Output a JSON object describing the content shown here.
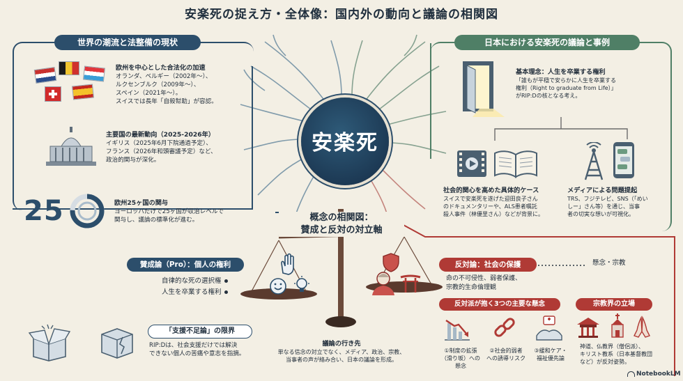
{
  "title": "安楽死の捉え方・全体像：国内外の動向と議論の相関図",
  "center_label": "安楽死",
  "brand": "NotebookLM",
  "colors": {
    "navy": "#2c4e6b",
    "green": "#4f7f66",
    "red": "#b03a35",
    "background": "#f3efe4"
  },
  "world": {
    "header": "世界の潮流と法整備の現状",
    "legal": {
      "title": "欧州を中心とした合法化の加速",
      "lines": [
        "オランダ、ベルギー（2002年〜）、",
        "ルクセンブルク（2009年〜）、",
        "スペイン（2021年〜）。",
        "スイスでは長年「自殺幇助」が容認。"
      ]
    },
    "trends": {
      "title": "主要国の最新動向（2025-2026年）",
      "lines": [
        "イギリス（2025年6月下院通過予定）、",
        "フランス（2026年和頭審議予定）など、",
        "政治的関与が深化。"
      ]
    },
    "eu": {
      "number": "25",
      "title": "欧州25ヶ国の関与",
      "lines": [
        "ヨーロッパだけで25ヶ国が収治レベルで",
        "関与し、議論の標準化が進む。"
      ]
    }
  },
  "japan": {
    "header": "日本における安楽死の議論と事例",
    "principle": {
      "title": "基本理念：人生を卒業する権利",
      "lines": [
        "「誰もが平穏で安らかに人生を卒業する",
        "権利（Right to graduate from Life）」",
        "がRIP:Dの核となる考え。"
      ]
    },
    "cases": {
      "title": "社会的関心を高めた具体的ケース",
      "lines": [
        "スイスで安楽死を遂げた迎田良子さん",
        "のドキュメンタリーや、ALS患者嘱託",
        "殺人事件（林優里さん）などが背景に。"
      ]
    },
    "media": {
      "title": "メディアによる問題提起",
      "lines": [
        "TRS、フジテレビ、SNS（「めい",
        "しー」さん等）を通じ、当事",
        "者の切実な想いが可視化。"
      ]
    }
  },
  "concept": {
    "title_line1": "概念の相関図：",
    "title_line2": "賛成と反対の対立軸"
  },
  "pro": {
    "header": "賛成論（Pro）：個人の権利",
    "items": [
      "自律的な死の選択権",
      "人生を卒業する権利"
    ]
  },
  "con": {
    "header": "反対論：社会の保護",
    "side_note": "懸念・宗教",
    "lines": [
      "命の不可侵性、弱者保護、",
      "宗教的生命倫理観"
    ]
  },
  "support": {
    "header": "「支援不足論」の限界",
    "lines": [
      "RIP:Dは、社会支援だけでは解決",
      "できない個人の苦痛や意志を指摘。"
    ]
  },
  "destination": {
    "title": "議論の行き先",
    "lines": [
      "単なる信念の対立でなく、メディア、政治、宗教、",
      "当事者の声が絡み合い、日本の議論を形成。"
    ]
  },
  "concerns": {
    "header": "反対派が抱く3つの主要な懸念",
    "items": [
      {
        "lines": [
          "①制度の拡張",
          "（滑り坂）への",
          "懸念"
        ]
      },
      {
        "lines": [
          "②社会的弱者",
          "への誘導リスク"
        ]
      },
      {
        "lines": [
          "③緩和ケア・",
          "福祉優先論"
        ]
      }
    ]
  },
  "religion": {
    "header": "宗教界の立場",
    "lines": [
      "神道、仏教界（僧侶派）、",
      "キリスト教系（日本基督教団",
      "など）が反対姿勢。"
    ]
  }
}
